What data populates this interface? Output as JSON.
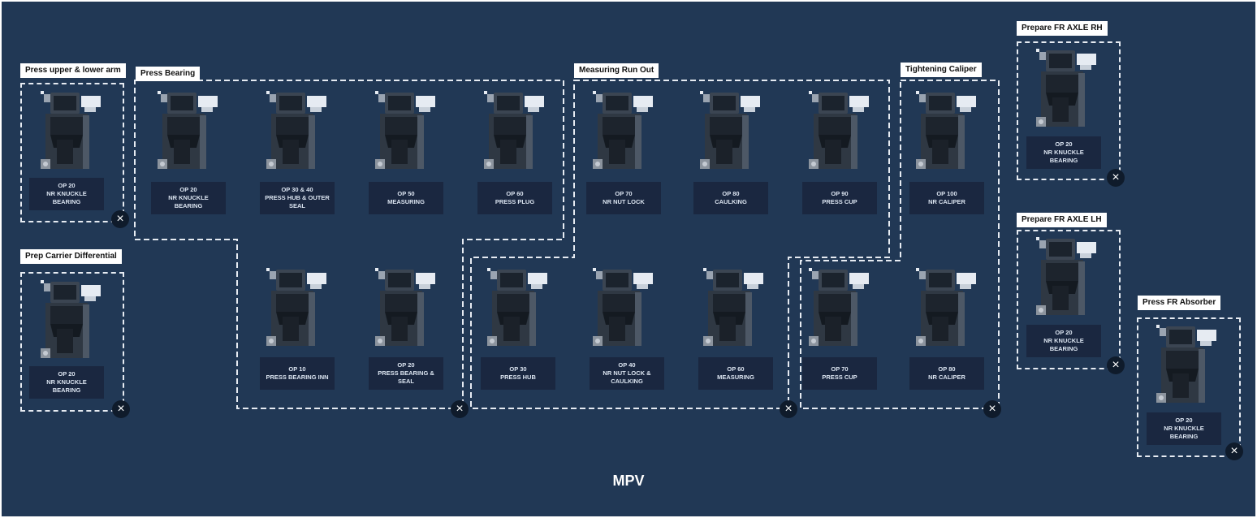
{
  "page": {
    "title": "MPV"
  },
  "colors": {
    "background": "#213855",
    "caption_bg": "#1a2740",
    "dashed_border": "#e6ebf2",
    "close_bg": "#0f1b2b"
  },
  "icons": {
    "close": "close-icon",
    "machine": "machine-station-icon"
  },
  "groups": [
    {
      "id": "press-upper-lower-arm",
      "label": "Press upper & lower arm"
    },
    {
      "id": "prep-carrier-differential",
      "label": "Prep Carrier Differential"
    },
    {
      "id": "press-bearing",
      "label": "Press Bearing"
    },
    {
      "id": "measuring-run-out",
      "label": "Measuring Run Out"
    },
    {
      "id": "tightening-caliper",
      "label": "Tightening Caliper"
    },
    {
      "id": "prepare-fr-axle-rh",
      "label": "Prepare FR AXLE RH"
    },
    {
      "id": "prepare-fr-axle-lh",
      "label": "Prepare FR AXLE LH"
    },
    {
      "id": "press-fr-absorber",
      "label": "Press FR Absorber"
    }
  ],
  "stations": [
    {
      "id": "s1",
      "lines": [
        "OP 20",
        "NR KNUCKLE",
        "BEARING"
      ]
    },
    {
      "id": "s2",
      "lines": [
        "OP 20",
        "NR KNUCKLE",
        "BEARING"
      ]
    },
    {
      "id": "s3",
      "lines": [
        "OP 20",
        "NR KNUCKLE",
        "BEARING"
      ]
    },
    {
      "id": "s4",
      "lines": [
        "OP 30 & 40",
        "PRESS HUB & OUTER",
        "SEAL"
      ]
    },
    {
      "id": "s5",
      "lines": [
        "OP 50",
        "MEASURING"
      ]
    },
    {
      "id": "s6",
      "lines": [
        "OP 60",
        "PRESS PLUG"
      ]
    },
    {
      "id": "s7",
      "lines": [
        "OP 70",
        "NR NUT LOCK"
      ]
    },
    {
      "id": "s8",
      "lines": [
        "OP 80",
        "CAULKING"
      ]
    },
    {
      "id": "s9",
      "lines": [
        "OP 90",
        "PRESS CUP"
      ]
    },
    {
      "id": "s10",
      "lines": [
        "OP 100",
        "NR CALIPER"
      ]
    },
    {
      "id": "s11",
      "lines": [
        "OP 10",
        "PRESS BEARING INN"
      ]
    },
    {
      "id": "s12",
      "lines": [
        "OP 20",
        "PRESS BEARING &",
        "SEAL"
      ]
    },
    {
      "id": "s13",
      "lines": [
        "OP 30",
        "PRESS HUB"
      ]
    },
    {
      "id": "s14",
      "lines": [
        "OP 40",
        "NR NUT LOCK &",
        "CAULKING"
      ]
    },
    {
      "id": "s15",
      "lines": [
        "OP 60",
        "MEASURING"
      ]
    },
    {
      "id": "s16",
      "lines": [
        "OP 70",
        "PRESS CUP"
      ]
    },
    {
      "id": "s17",
      "lines": [
        "OP 80",
        "NR CALIPER"
      ]
    },
    {
      "id": "s18",
      "lines": [
        "OP 20",
        "NR KNUCKLE",
        "BEARING"
      ]
    },
    {
      "id": "s19",
      "lines": [
        "OP 20",
        "NR KNUCKLE",
        "BEARING"
      ]
    },
    {
      "id": "s20",
      "lines": [
        "OP 20",
        "NR KNUCKLE",
        "BEARING"
      ]
    }
  ]
}
